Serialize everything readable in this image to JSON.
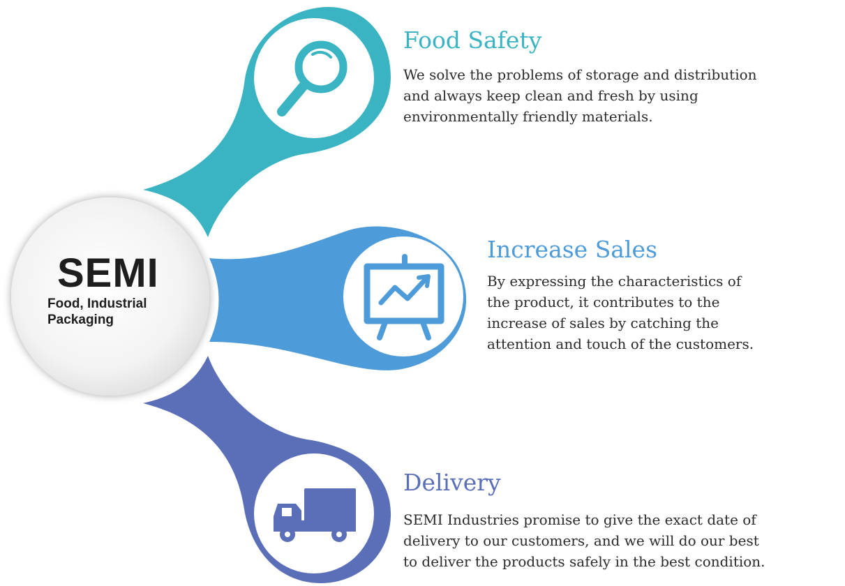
{
  "hub": {
    "title": "SEMI",
    "subtitle_line1": "Food, Industrial",
    "subtitle_line2": "Packaging"
  },
  "colors": {
    "food": "#3ab3c2",
    "sales": "#4e9bd9",
    "delivery": "#5a6fb8",
    "hub_fill": "#f0f0f0"
  },
  "items": [
    {
      "title": "Food Safety",
      "icon": "magnifier-icon",
      "lines": [
        "We solve the problems of storage and distribution",
        "and always keep clean and fresh by using",
        "environmentally friendly materials."
      ]
    },
    {
      "title": "Increase Sales",
      "icon": "chart-presentation-icon",
      "lines": [
        "By expressing the characteristics of",
        "the product, it contributes to the",
        "increase of sales by catching the",
        "attention and touch of the customers."
      ]
    },
    {
      "title": "Delivery",
      "icon": "truck-icon",
      "lines": [
        "SEMI Industries promise to give the exact date of",
        "delivery to our customers, and we will do our best",
        "to deliver the products safely in the best condition."
      ]
    }
  ]
}
